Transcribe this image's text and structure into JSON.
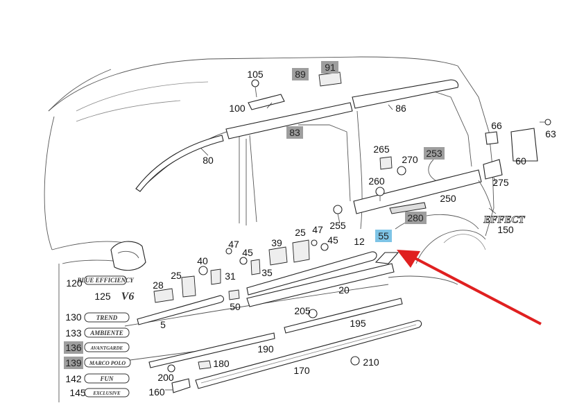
{
  "colors": {
    "highlight_gray": "#9e9e9e",
    "highlight_blue": "#7ec4e6",
    "arrow": "#e02020"
  },
  "labels": {
    "p105": "105",
    "p89": "89",
    "p91": "91",
    "p100": "100",
    "p86": "86",
    "p83": "83",
    "p66": "66",
    "p63": "63",
    "p80": "80",
    "p265": "265",
    "p270": "270",
    "p253": "253",
    "p60": "60",
    "p260": "260",
    "p275": "275",
    "p250": "250",
    "p255": "255",
    "p280": "280",
    "p150": "150",
    "p47a": "47",
    "p25a": "25",
    "p47b": "47",
    "p39": "39",
    "p45a": "45",
    "p45b": "45",
    "p12": "12",
    "p55": "55",
    "p40": "40",
    "p35": "35",
    "p31": "31",
    "p25b": "25",
    "p28": "28",
    "p120": "120",
    "p125": "125",
    "p20": "20",
    "p50": "50",
    "p205": "205",
    "p5": "5",
    "p130": "130",
    "p195": "195",
    "p133": "133",
    "p190": "190",
    "p136": "136",
    "p139": "139",
    "p180": "180",
    "p210": "210",
    "p170": "170",
    "p200": "200",
    "p142": "142",
    "p145": "145",
    "p160": "160"
  },
  "badges": {
    "v6": "V6",
    "blue_efficiency": "BLUE EFFICIENCY",
    "trend": "TREND",
    "ambiente": "AMBIENTE",
    "avantgarde": "AVANTGARDE",
    "marco_polo": "MARCO POLO",
    "fun": "FUN",
    "exclusive": "EXCLUSIVE",
    "effect": "EFFECT"
  }
}
